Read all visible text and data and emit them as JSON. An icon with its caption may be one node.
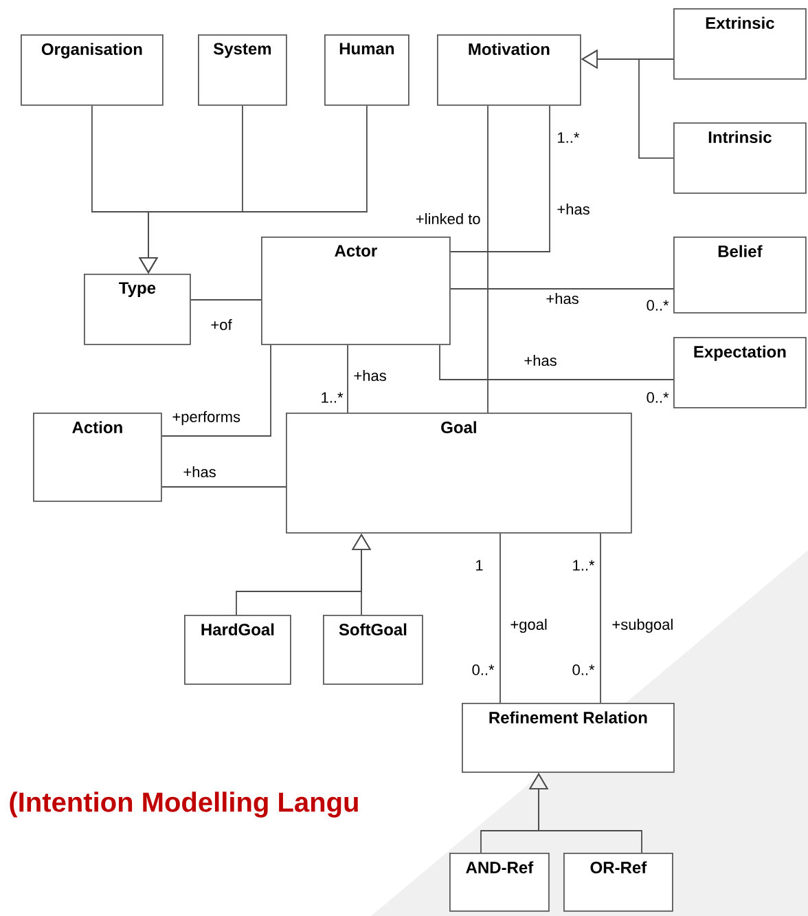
{
  "diagram": {
    "nodes": [
      {
        "text": [
          "Organisation"
        ]
      },
      {
        "text": [
          "System"
        ]
      },
      {
        "text": [
          "Human"
        ]
      },
      {
        "text": [
          "Motivation"
        ]
      },
      {
        "text": [
          "Extrinsic"
        ]
      },
      {
        "text": [
          "Intrinsic"
        ]
      },
      {
        "text": [
          "Type"
        ]
      },
      {
        "text": [
          "Actor"
        ]
      },
      {
        "text": [
          "Belief"
        ]
      },
      {
        "text": [
          "Action"
        ]
      },
      {
        "text": [
          "Expectation"
        ]
      },
      {
        "text": [
          "Goal"
        ]
      },
      {
        "text": [
          "HardGoal"
        ]
      },
      {
        "text": [
          "SoftGoal"
        ]
      },
      {
        "text": [
          "Refinement Relation"
        ]
      },
      {
        "text": [
          "AND-Ref"
        ]
      },
      {
        "text": [
          "OR-Ref"
        ]
      }
    ],
    "edges": [
      {
        "from": 0,
        "to": 6,
        "arrow": "to"
      },
      {
        "from": 1,
        "to": 6,
        "arrow": "to"
      },
      {
        "from": 2,
        "to": 6,
        "arrow": "to"
      },
      {
        "from": 4,
        "to": 3,
        "arrow": "to"
      },
      {
        "from": 5,
        "to": 3,
        "arrow": "to"
      },
      {
        "from": 7,
        "to": 3,
        "arrow": "none",
        "label": "+has"
      },
      {
        "from": 3,
        "to": 11,
        "arrow": "none",
        "label": "+linked to"
      },
      {
        "from": 6,
        "to": 7,
        "arrow": "none",
        "label": "+of"
      },
      {
        "from": 7,
        "to": 8,
        "arrow": "none",
        "label": "+has"
      },
      {
        "from": 7,
        "to": 10,
        "arrow": "none",
        "label": "+has"
      },
      {
        "from": 7,
        "to": 11,
        "arrow": "none",
        "label": "+has"
      },
      {
        "from": 7,
        "to": 9,
        "arrow": "none",
        "label": "+performs"
      },
      {
        "from": 9,
        "to": 11,
        "arrow": "none",
        "label": "+has"
      },
      {
        "from": 12,
        "to": 11,
        "arrow": "to"
      },
      {
        "from": 13,
        "to": 11,
        "arrow": "to"
      },
      {
        "from": 11,
        "to": 14,
        "arrow": "none",
        "label": "+goal"
      },
      {
        "from": 11,
        "to": 14,
        "arrow": "none",
        "label": "+subgoal"
      },
      {
        "from": 15,
        "to": 14,
        "arrow": "to"
      },
      {
        "from": 16,
        "to": 14,
        "arrow": "to"
      }
    ],
    "labels": [
      "1..*",
      "0..*",
      "0..*",
      "1..*",
      "1",
      "1..*",
      "0..*",
      "0..*",
      "(Intention Modelling Langu"
    ]
  }
}
